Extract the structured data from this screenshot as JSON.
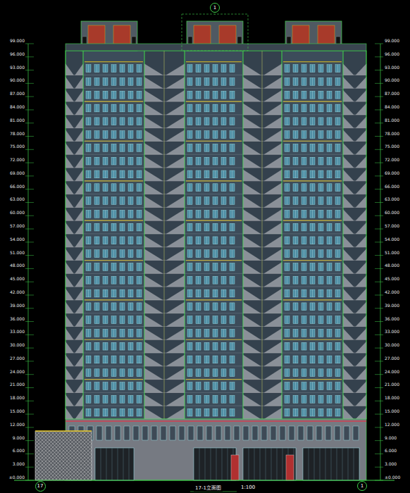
{
  "diagram": {
    "title": "17-1立面图",
    "nodes": [
      {
        "text": [
          "1"
        ]
      },
      {
        "text": [
          "17"
        ]
      },
      {
        "text": [
          "1"
        ]
      }
    ],
    "labels": [
      "±0.000",
      "3.000",
      "6.000",
      "9.000",
      "12.000",
      "15.000",
      "18.000",
      "21.000",
      "24.000",
      "27.000",
      "30.000",
      "33.000",
      "36.000",
      "39.000",
      "42.000",
      "45.000",
      "48.000",
      "51.000",
      "54.000",
      "57.000",
      "60.000",
      "63.000",
      "66.000",
      "69.000",
      "72.000",
      "75.000",
      "78.000",
      "81.000",
      "84.000",
      "87.000",
      "90.000",
      "93.000",
      "96.000",
      "99.000",
      "±0.000",
      "3.000",
      "6.000",
      "9.000",
      "12.000",
      "15.000",
      "18.000",
      "21.000",
      "24.000",
      "27.000",
      "30.000",
      "33.000",
      "36.000",
      "39.000",
      "42.000",
      "45.000",
      "48.000",
      "51.000",
      "54.000",
      "57.000",
      "60.000",
      "63.000",
      "66.000",
      "69.000",
      "72.000",
      "75.000",
      "78.000",
      "81.000",
      "84.000",
      "87.000",
      "90.000",
      "93.000",
      "96.000",
      "99.000",
      "1:100"
    ]
  }
}
